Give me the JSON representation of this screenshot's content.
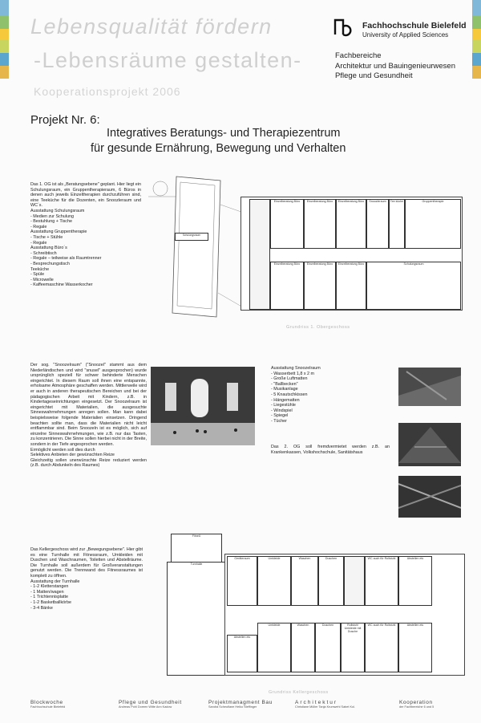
{
  "header": {
    "title_line1": "Lebensqualität fördern",
    "title_line2": "-Lebensräume gestalten-",
    "title_line3": "Kooperationsprojekt 2006",
    "university_name": "Fachhochschule Bielefeld",
    "university_sub": "University of Applied Sciences",
    "faculty_label": "Fachbereiche",
    "faculty_1": "Architektur und Bauingenieurwesen",
    "faculty_2": "Pflege und Gesundheit",
    "stripe_colors": [
      "#7fb8d8",
      "#8fc16c",
      "#f5c93b",
      "#c8d55e",
      "#5aa6cf",
      "#e6b64a"
    ]
  },
  "project": {
    "number": "Projekt Nr. 6:",
    "subtitle_1": "Integratives Beratungs- und Therapiezentrum",
    "subtitle_2": "für gesunde  Ernährung, Bewegung und Verhalten"
  },
  "og1": {
    "intro": "Das 1. OG ist als „Beratungsebene\" geplant. Hier liegt ein Schulungsraum, ein Gruppentherapieraum, 6 Büros in denen auch jeweils Einzeltherapien durchzuführen sind, eine Teeküche für die Dozenten, ein Snoozleraum und WC´s.",
    "head_1": "Ausstattung Schulungsraum",
    "list_1": [
      "Medien zur Schulung",
      "Bestuhlung + Tische",
      "Regale"
    ],
    "head_2": "Ausstattung Gruppentherapie",
    "list_2": [
      "Tische + Stühle",
      "Regale"
    ],
    "head_3": "Ausstattung Büro´s",
    "list_3": [
      "Schreibtisch",
      "Regale – teilweise als Raumtrenner",
      "Besprechungstisch"
    ],
    "head_4": "Teeküche",
    "list_4": [
      "Spüle",
      "Microwelle",
      "Kaffeemaschine Wasserkocher"
    ],
    "plan_caption": "Grundriss 1. Obergeschoss",
    "rooms": [
      "Einzelberatung Büro",
      "Einzelberatung Büro",
      "Einzelberatung Büro",
      "Snoozleraum",
      "Tee küche",
      "Gruppentherapie",
      "Einzelberatung Büro",
      "Einzelberatung Büro",
      "Einzelberatung Büro",
      "Schulungsraum",
      "Schulungsraum"
    ]
  },
  "snoozel": {
    "text": "Der sog. \"Snoozelraum\" (\"Snoozel\" stammt aus dem Niederländischen und wird \"snusel\" ausgesprochen) wurde ursprünglich speziell für schwer behinderte Menschen eingerichtet. In diesem Raum soll ihnen eine entspannte, erholsame Atmosphäre geschaffen werden. Mittlerweile wird er auch in anderen therapeutischen Bereichen und bei der pädagogischen Arbeit mit Kindern, z.B. in Kindertageseinrichtungen eingesetzt. Der Snoozelraum ist eingerichtet mit Materialien, die ausgesuchte Sinneswahrnehmungen anregen sollen. Man kann dabei beispielsweise folgende Materialien einsetzen. Dringend beachten sollte man, dass die Materialien nicht leicht entflammbar sind. Beim Snoozeln ist es möglich, sich auf einzelne Sinneswahrnehmungen, wie z.B. nur das Tasten, zu konzentrieren. Die Sinne sollen hierbei nicht in der Breite, sondern in der Tiefe angesprochen werden.",
    "text_2": "Ermöglicht werden soll dies durch",
    "text_3": "Selektives Anbieten der gewünschten Reize",
    "text_4": "Gleichzeitig sollen unerwünschte Reize reduziert werden (z.B. durch Abdunkeln des Raumes)",
    "equip_head": "Ausstattung Snoozelraum",
    "equip_list": [
      "Wasserbett 1,8 x 2 m",
      "Große Luftmatten",
      "\"Ballbecken\"",
      "Musikanlage",
      "5 Knautschkissen",
      "Hängematten",
      "Liegestühle",
      "Windspiel",
      "Spiegel",
      "Tücher"
    ],
    "og2_text": "Das 2. OG soll fremdvermietet werden z.B. an Krankenkassen, Volkshochschule, Sanitätshaus"
  },
  "kg": {
    "intro": "Das Kellergeschoss wird zur „Bewegungsebene\". Hier gibt es eine Turnhalle mit Fitnessraum, Umkleiden mit Duschen und Waschraumen, Toiletten und Abstellräume. Die Turnhalle soll außerdem für Großveranstaltungen genutzt werden. Die Trennwand des Fitnessraumes ist komplett zu öffnen.",
    "list_head": "Ausstattung der Turnhalle",
    "list": [
      "1-2 Kletterstangen",
      "1 Matten/wagen",
      "1 Trichtennisplatte",
      "1-2 Basketballkörbe",
      "3-4 Bänke"
    ],
    "plan_caption": "Grundriss Kellergeschoss",
    "rooms": [
      "Fitneß",
      "Turnhalle",
      "Geräteraum",
      "Umkleide",
      "Waschen",
      "Duschen",
      "WC auch für Rollstuhl",
      "Abstellen etc",
      "Umkleide",
      "Waschen",
      "Duschen",
      "Rollstuhl Umkleide mit Dusche",
      "WC auch für Rollstuhl",
      "Abstellen etc",
      "Abstellen etc"
    ]
  },
  "footer": {
    "items": [
      {
        "title": "Blockwoche",
        "sub": "Fachhochschule Bielefeld"
      },
      {
        "title": "Pflege und Gesundheit",
        "sub": "Andreas Pohl   Doreen Witte   Ann Kadow"
      },
      {
        "title": "Projektmanagment Bau",
        "sub": "Sandra Scheuflane      Heiko Steffinger"
      },
      {
        "title": "Architektur",
        "sub": "Christiane Müller   Tanja Krumwehl   Sabet Kol."
      },
      {
        "title": "Kooperation",
        "sub": "der Fachbereiche          6 und 5"
      }
    ]
  }
}
